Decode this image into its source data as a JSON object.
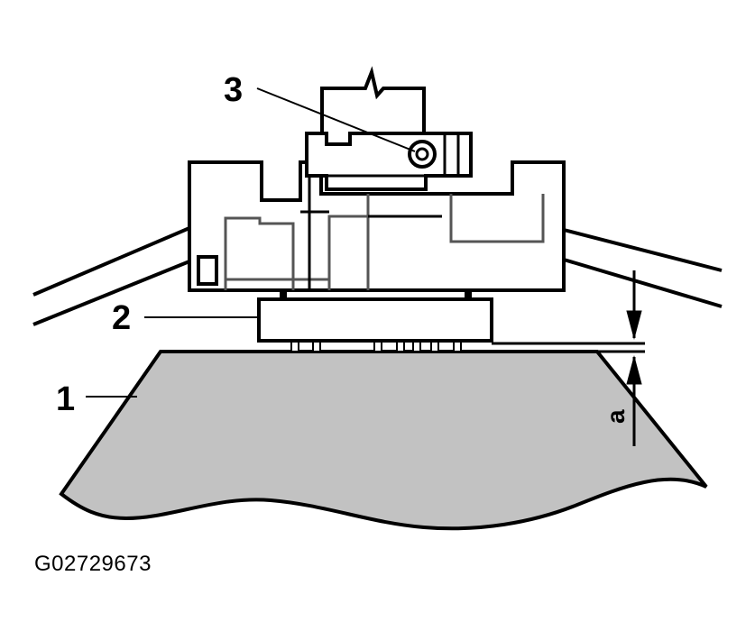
{
  "diagram": {
    "callouts": {
      "part_1": "1",
      "part_2": "2",
      "part_3": "3"
    },
    "dimension_label": "a",
    "figure_id": "G02729673"
  },
  "colors": {
    "line": "#000000",
    "surface_fill": "#c2c2c2",
    "background": "#ffffff"
  }
}
